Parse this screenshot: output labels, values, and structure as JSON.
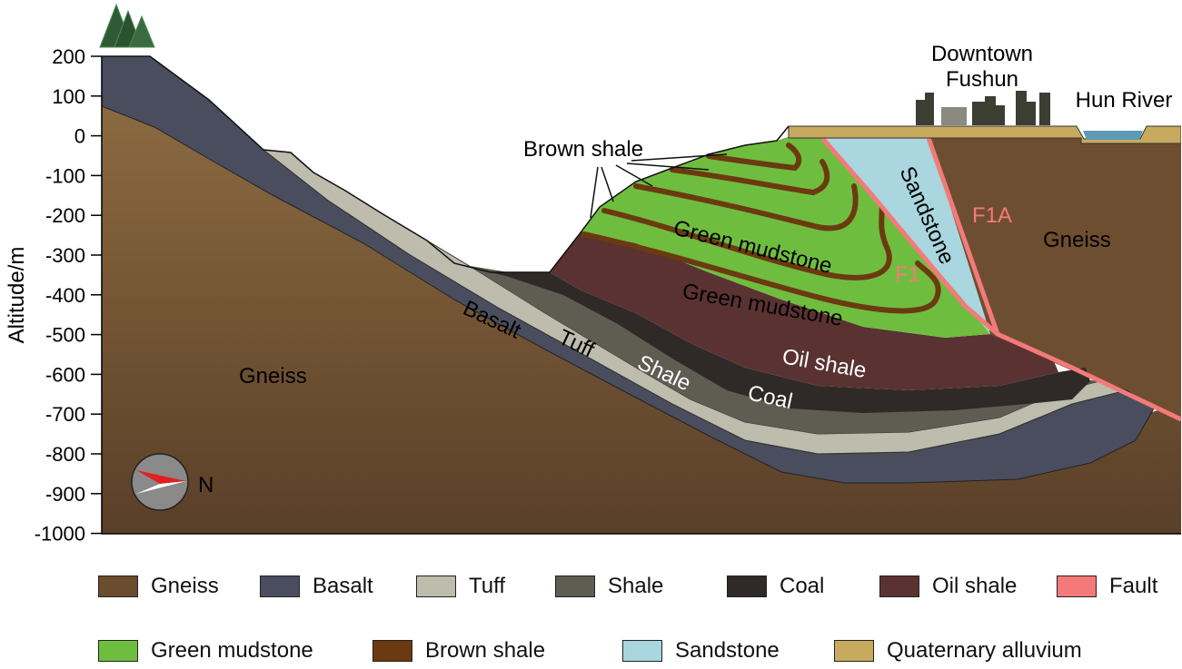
{
  "axis": {
    "ylabel": "Altitude/m",
    "ticks": [
      "200",
      "100",
      "0",
      "-100",
      "-200",
      "-300",
      "-400",
      "-500",
      "-600",
      "-700",
      "-800",
      "-900",
      "-1000"
    ]
  },
  "labels": {
    "downtown_line1": "Downtown",
    "downtown_line2": "Fushun",
    "hun_river": "Hun River",
    "brown_shale": "Brown shale",
    "green_mudstone_upper": "Green mudstone",
    "green_mudstone_lower": "Green mudstone",
    "sandstone": "Sandstone",
    "f1": "F1",
    "f1a": "F1A",
    "gneiss_left": "Gneiss",
    "gneiss_right": "Gneiss",
    "basalt": "Basalt",
    "tuff": "Tuff",
    "shale": "Shale",
    "coal": "Coal",
    "oil_shale": "Oil shale",
    "compass_n": "N"
  },
  "colors": {
    "gneiss": "#6b4c2e",
    "basalt": "#4a4d5e",
    "tuff": "#bdbcad",
    "shale": "#5f5c52",
    "coal": "#2f2a28",
    "oil_shale": "#5a3232",
    "fault": "#f47a7a",
    "green_mudstone": "#6fbd3f",
    "brown_shale": "#6b3a10",
    "sandstone": "#a9d6df",
    "alluvium": "#c8aa5f",
    "river": "#5e9ab6"
  },
  "legend": {
    "row1": [
      {
        "label": "Gneiss",
        "color": "#6b4c2e"
      },
      {
        "label": "Basalt",
        "color": "#4a4d5e"
      },
      {
        "label": "Tuff",
        "color": "#bdbcad"
      },
      {
        "label": "Shale",
        "color": "#5f5c52"
      },
      {
        "label": "Coal",
        "color": "#2f2a28"
      },
      {
        "label": "Oil shale",
        "color": "#5a3232"
      },
      {
        "label": "Fault",
        "color": "#f47a7a"
      }
    ],
    "row2": [
      {
        "label": "Green mudstone",
        "color": "#6fbd3f"
      },
      {
        "label": "Brown shale",
        "color": "#6b3a10"
      },
      {
        "label": "Sandstone",
        "color": "#a9d6df"
      },
      {
        "label": "Quaternary alluvium",
        "color": "#c8aa5f"
      }
    ]
  }
}
